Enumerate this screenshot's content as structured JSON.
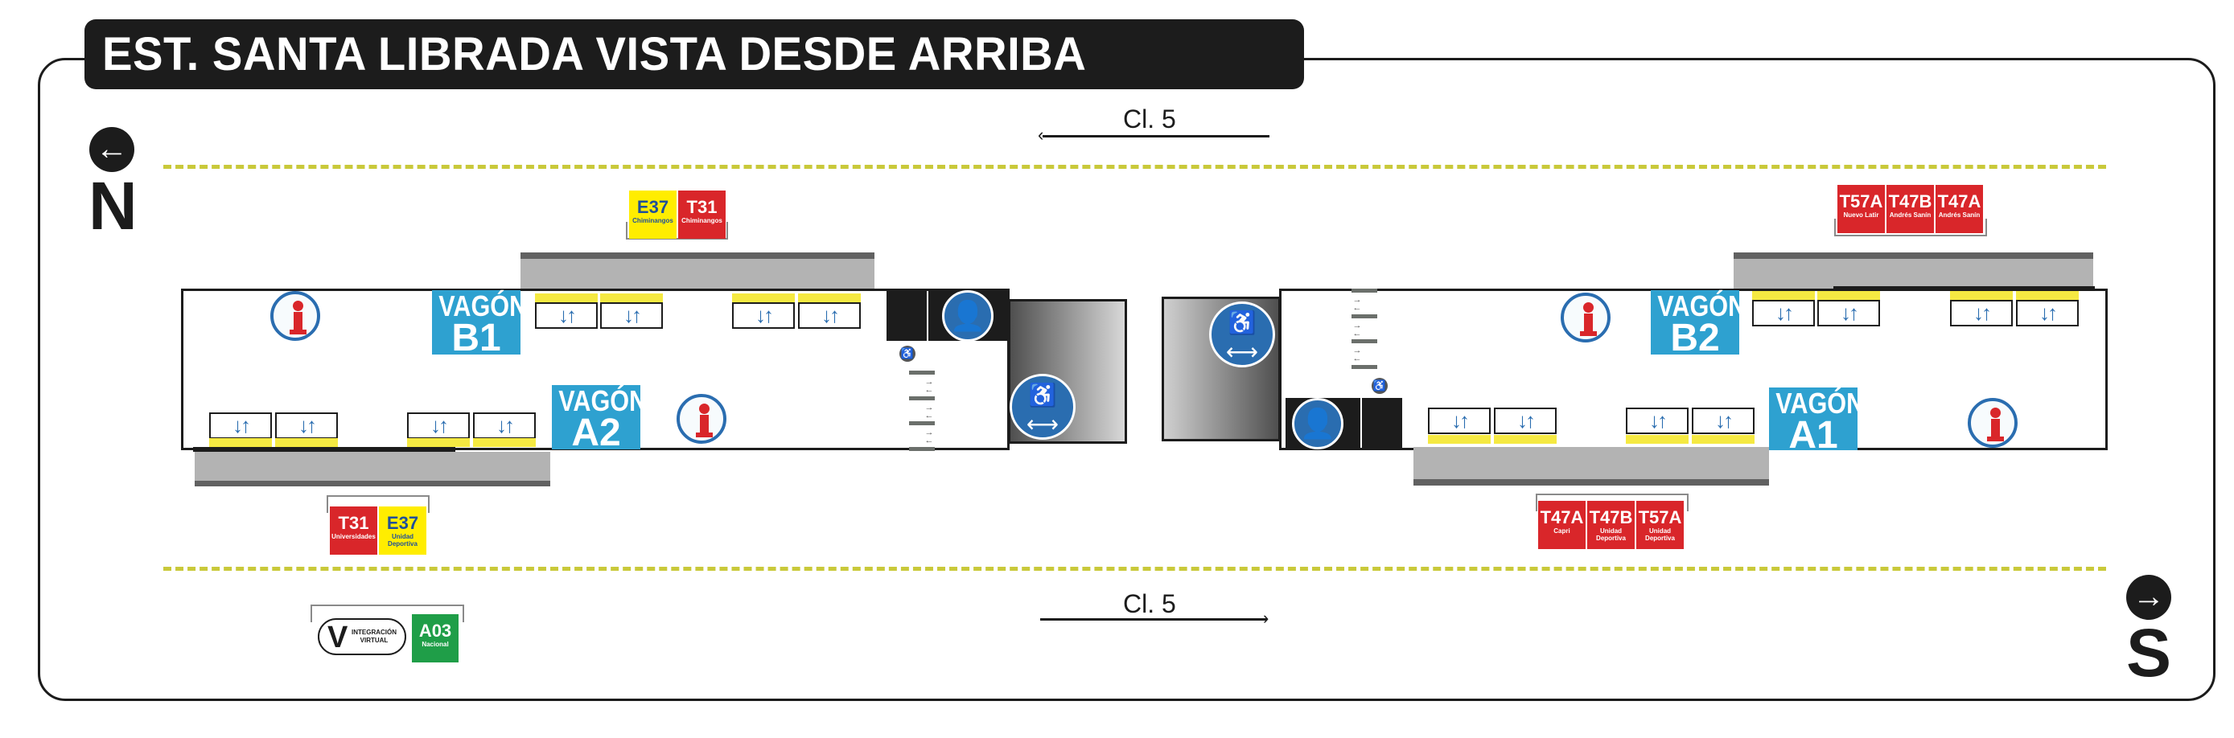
{
  "title": "EST. SANTA LIBRADA VISTA DESDE ARRIBA",
  "streets": {
    "top": {
      "label": "Cl. 5",
      "direction": "left"
    },
    "bottom": {
      "label": "Cl. 5",
      "direction": "right"
    }
  },
  "compass": {
    "north": {
      "letter": "N",
      "arrow": "←"
    },
    "south": {
      "letter": "S",
      "arrow": "→"
    }
  },
  "wagons": {
    "b1": {
      "line1": "VAGÓN",
      "line2": "B1"
    },
    "a2": {
      "line1": "VAGÓN",
      "line2": "A2"
    },
    "b2": {
      "line1": "VAGÓN",
      "line2": "B2"
    },
    "a1": {
      "line1": "VAGÓN",
      "line2": "A1"
    }
  },
  "turnstile_symbol": "↓↑",
  "route_groups": {
    "left_top": [
      {
        "code": "E37",
        "destination": "Chiminangos",
        "color": "yellow"
      },
      {
        "code": "T31",
        "destination": "Chiminangos",
        "color": "red"
      }
    ],
    "left_bottom": [
      {
        "code": "T31",
        "destination": "Universidades",
        "color": "red"
      },
      {
        "code": "E37",
        "destination": "Unidad Deportiva",
        "color": "yellow"
      }
    ],
    "right_top": [
      {
        "code": "T57A",
        "destination": "Nuevo Latir",
        "color": "red"
      },
      {
        "code": "T47B",
        "destination": "Andrés Sanín",
        "color": "red"
      },
      {
        "code": "T47A",
        "destination": "Andrés Sanín",
        "color": "red"
      }
    ],
    "right_bottom": [
      {
        "code": "T47A",
        "destination": "Capri",
        "color": "red"
      },
      {
        "code": "T47B",
        "destination": "Unidad Deportiva",
        "color": "red"
      },
      {
        "code": "T57A",
        "destination": "Unidad Deportiva",
        "color": "red"
      }
    ],
    "virtual": {
      "logo_letter": "V",
      "logo_line1": "INTEGRACIÓN",
      "logo_line2": "VIRTUAL",
      "route": {
        "code": "A03",
        "destination": "Nacional",
        "color": "green"
      }
    }
  },
  "colors": {
    "red": "#d9262a",
    "yellow": "#ffed00",
    "green": "#1f9e48",
    "wagon_blue": "#2ea1d0",
    "icon_blue": "#2a6db0"
  },
  "icons": {
    "info": "info-icon",
    "ticket_booth": "ticket-attendant-icon",
    "accessible_ramp": "accessible-ramp-icon",
    "wheelchair": "wheelchair-icon",
    "info_letter": "i",
    "wheelchair_glyph": "♿",
    "ramp_arrow": "⟷"
  }
}
